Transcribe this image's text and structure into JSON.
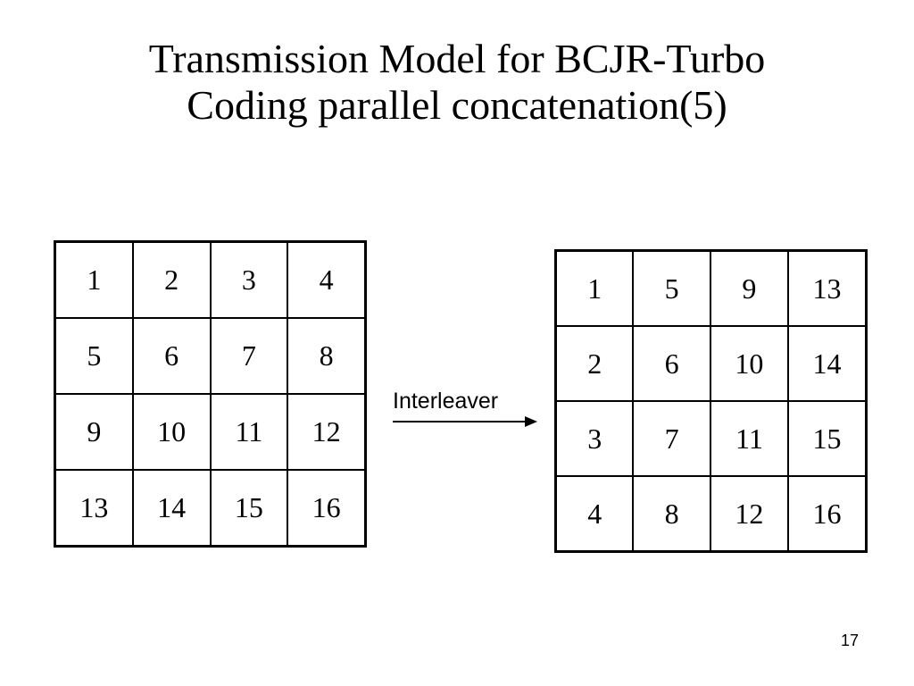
{
  "slide": {
    "title_line1": "Transmission Model for BCJR-Turbo",
    "title_line2": "Coding parallel concatenation(5)",
    "page_number": "17"
  },
  "original_grid": {
    "rows": [
      [
        "1",
        "2",
        "3",
        "4"
      ],
      [
        "5",
        "6",
        "7",
        "8"
      ],
      [
        "9",
        "10",
        "11",
        "12"
      ],
      [
        "13",
        "14",
        "15",
        "16"
      ]
    ]
  },
  "interleaver": {
    "label": "Interleaver"
  },
  "interleaved_grid": {
    "rows": [
      [
        "1",
        "5",
        "9",
        "13"
      ],
      [
        "2",
        "6",
        "10",
        "14"
      ],
      [
        "3",
        "7",
        "11",
        "15"
      ],
      [
        "4",
        "8",
        "12",
        "16"
      ]
    ]
  }
}
